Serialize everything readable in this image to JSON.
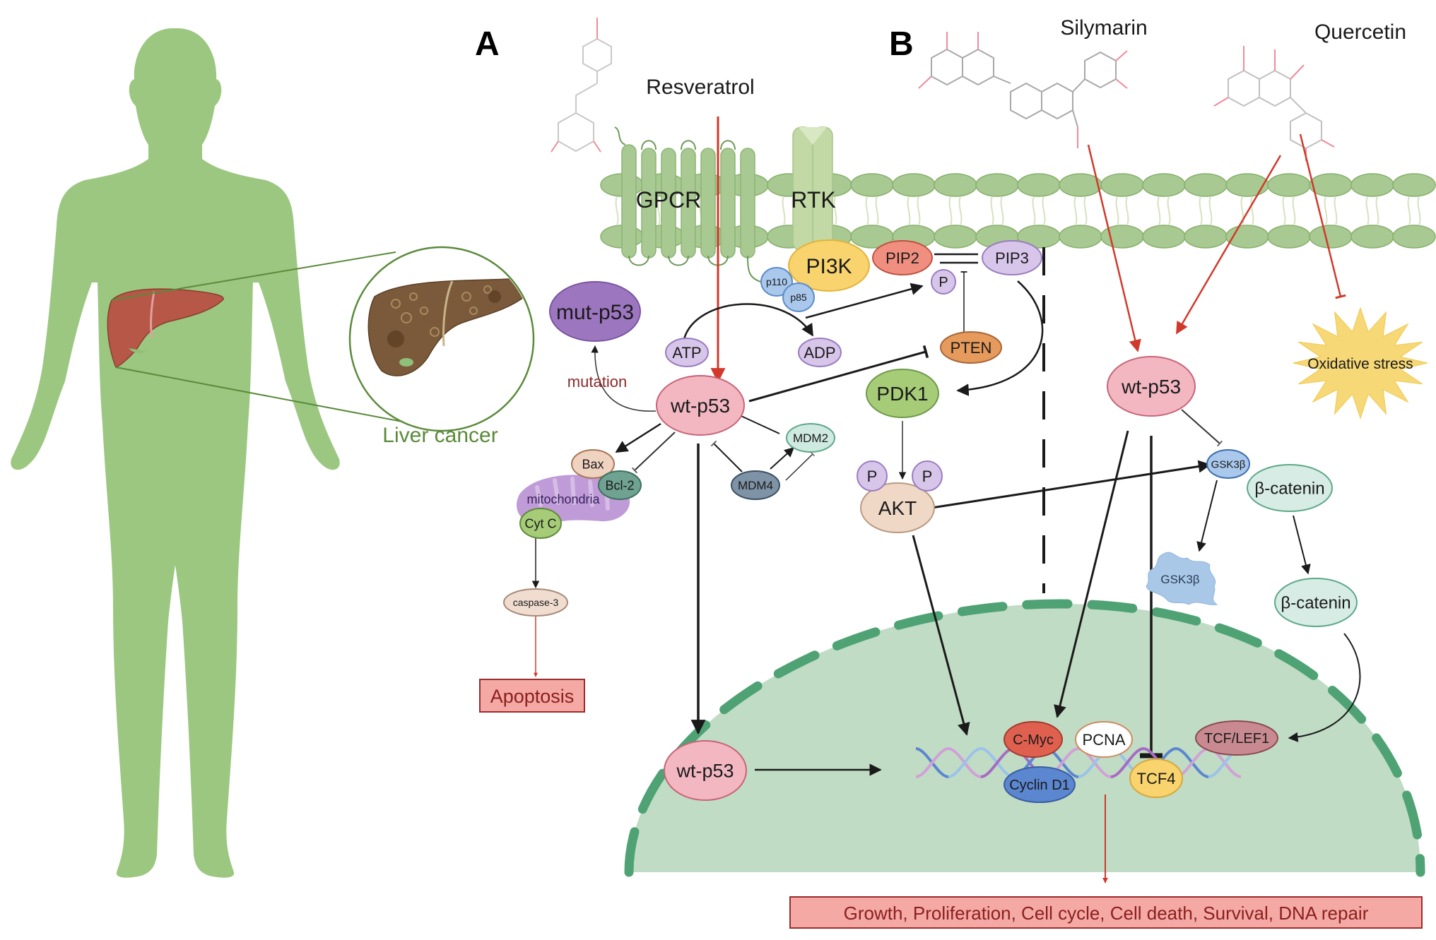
{
  "panels": {
    "a_label": "A",
    "b_label": "B"
  },
  "human": {
    "caption": "Liver cancer",
    "caption_color": "#5a8a3a",
    "body_color": "#9bc780"
  },
  "compounds": {
    "resveratrol": "Resveratrol",
    "silymarin": "Silymarin",
    "quercetin": "Quercetin"
  },
  "membrane": {
    "gpcr": "GPCR",
    "rtk": "RTK"
  },
  "panel_a": {
    "pi3k": "PI3K",
    "p110": "p110",
    "p85": "p85",
    "pip2": "PIP2",
    "pip3": "PIP3",
    "p": "P",
    "mut_p53": "mut-p53",
    "atp": "ATP",
    "adp": "ADP",
    "pten": "PTEN",
    "pdk1": "PDK1",
    "wt_p53": "wt-p53",
    "mutation": "mutation",
    "mdm2": "MDM2",
    "mdm4": "MDM4",
    "bax": "Bax",
    "bcl2": "Bcl-2",
    "mitochondria": "mitochondria",
    "cytc": "Cyt C",
    "caspase3": "caspase-3",
    "apoptosis": "Apoptosis",
    "akt": "AKT",
    "akt_p1": "P",
    "akt_p2": "P"
  },
  "panel_b": {
    "wt_p53": "wt-p53",
    "oxidative_stress": "Oxidative stress",
    "gsk3b": "GSK3β",
    "beta_catenin": "β-catenin",
    "gsk3b_degraded": "GSK3β",
    "beta_catenin_free": "β-catenin"
  },
  "nucleus": {
    "wt_p53": "wt-p53",
    "cmyc": "C-Myc",
    "pcna": "PCNA",
    "cyclin_d1": "Cyclin D1",
    "tcf4": "TCF4",
    "tcf_lef1": "TCF/LEF1"
  },
  "outcome": "Growth, Proliferation, Cell cycle, Cell death, Survival, DNA repair",
  "colors": {
    "activation_red": "#d0392b",
    "nucleus_fill": "#c0dcc4",
    "nucleus_border": "#4fa274",
    "membrane_head": "#a9c992",
    "wt_p53_fill": "#f3b7c2",
    "outcome_fill": "#f4a9a4"
  }
}
